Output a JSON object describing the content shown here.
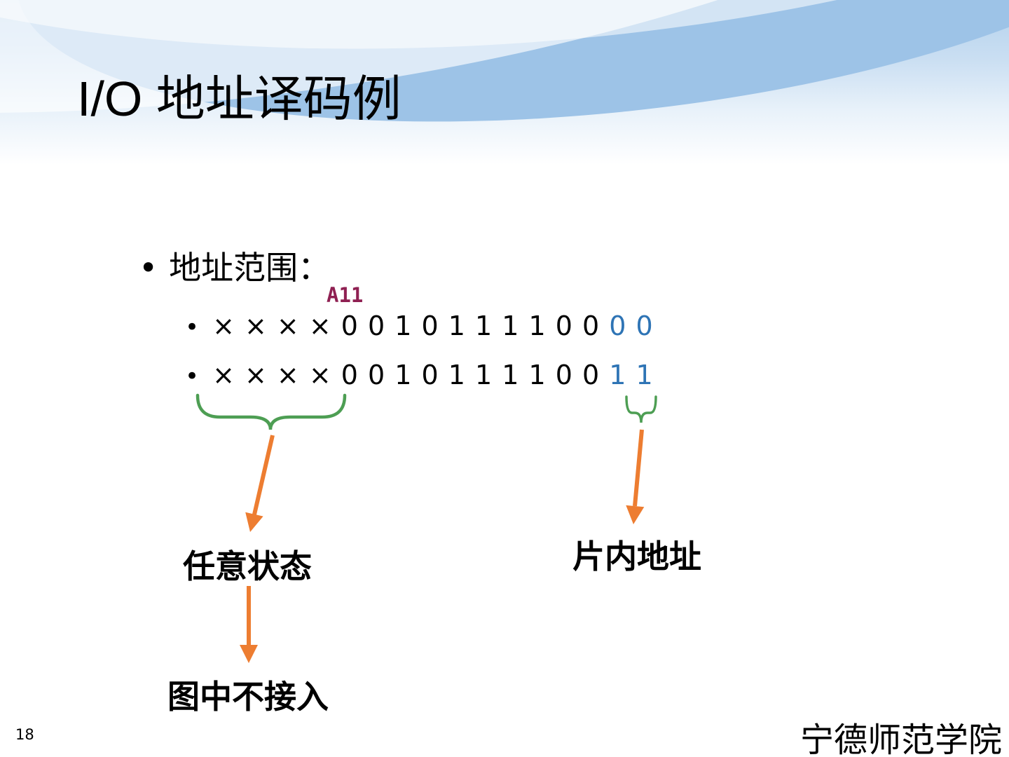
{
  "slide": {
    "title_prefix": "I/O ",
    "title_cjk": "地址译码例",
    "page_number": "18",
    "footer_school": "宁德师范学院"
  },
  "body": {
    "bullet_char": "•",
    "section_label": "地址范围：",
    "bit_marker": "A11",
    "address_rows": [
      {
        "prefix": "× × × × 0 0 1 0 1 1 1 1 0 0 ",
        "suffix": "0 0"
      },
      {
        "prefix": "× × × × 0 0 1 0 1 1 1 1 0 0 ",
        "suffix": "1 1"
      }
    ],
    "labels": {
      "left_brace": "任意状态",
      "right_brace": "片内地址",
      "not_connected": "图中不接入"
    }
  },
  "colors": {
    "suffix_blue": "#2E74B5",
    "bit_marker_red": "#8F2052",
    "brace_green": "#4D9E53",
    "arrow_orange": "#ED7D31"
  }
}
